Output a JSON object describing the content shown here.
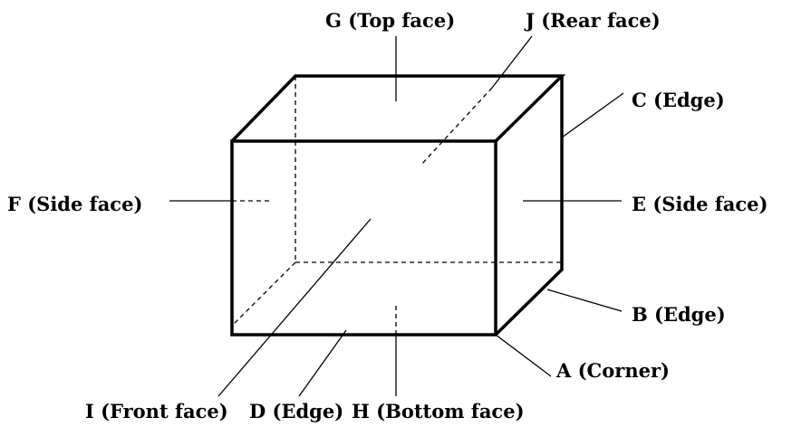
{
  "labels": {
    "g": "G (Top face)",
    "j": "J (Rear face)",
    "c": "C (Edge)",
    "f": "F (Side face)",
    "e": "E (Side face)",
    "b": "B (Edge)",
    "a": "A (Corner)",
    "i": "I (Front face)",
    "d": "D (Edge)",
    "h": "H (Bottom face)"
  },
  "colors": {
    "stroke": "#000000",
    "background": "#ffffff"
  }
}
